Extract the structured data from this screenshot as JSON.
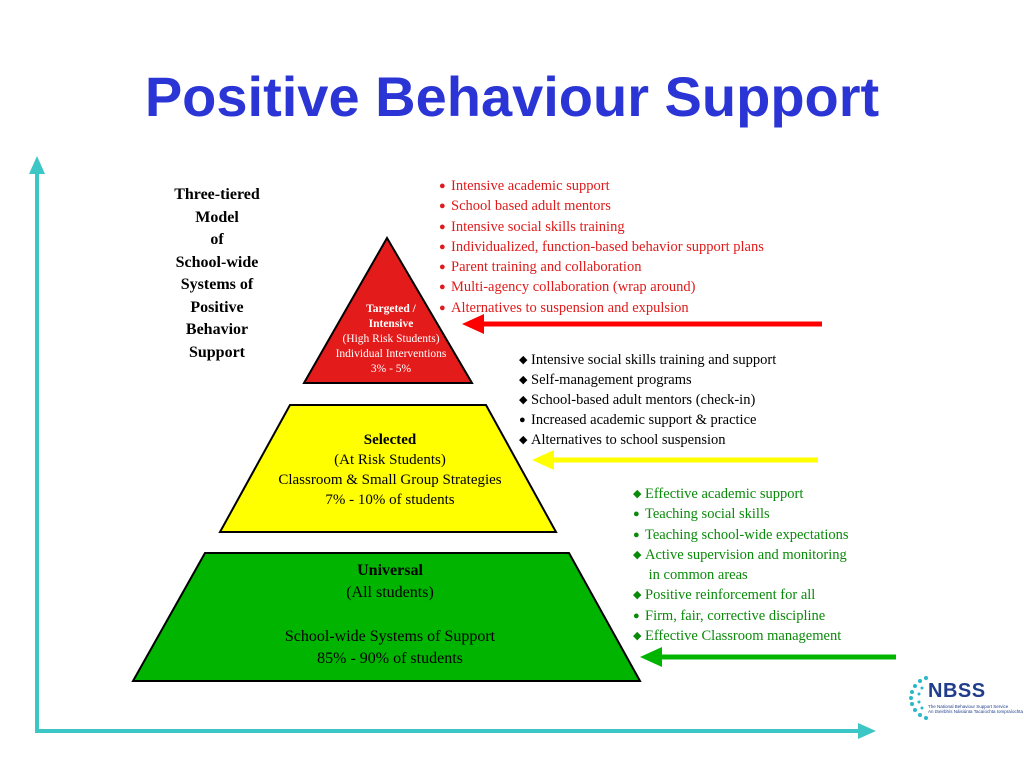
{
  "title": "Positive Behaviour Support",
  "model_label": [
    "Three-tiered",
    "Model",
    "of",
    "School-wide",
    "Systems of",
    "Positive",
    "Behavior",
    "Support"
  ],
  "tiers": {
    "targeted": {
      "lines": [
        "Targeted /",
        "Intensive",
        "(High Risk Students)",
        "Individual Interventions",
        "3% - 5%"
      ],
      "color": "#e41b1b"
    },
    "selected": {
      "lines": [
        "Selected",
        "(At Risk Students)",
        "Classroom & Small Group Strategies",
        "7% - 10% of students"
      ],
      "color": "#ffff00"
    },
    "universal": {
      "lines": [
        "Universal",
        "(All students)",
        "School-wide Systems of Support",
        "85% - 90% of students"
      ],
      "color": "#00b400"
    }
  },
  "lists": {
    "targeted": [
      "Intensive academic support",
      "School based adult mentors",
      "Intensive social skills training",
      "Individualized, function-based behavior support plans",
      "Parent training and collaboration",
      "Multi-agency collaboration (wrap around)",
      "Alternatives to suspension and expulsion"
    ],
    "selected": [
      "Intensive social skills training and support",
      "Self-management programs",
      "School-based adult mentors (check-in)",
      "Increased academic support & practice",
      "Alternatives to school suspension"
    ],
    "universal": [
      "Effective academic support",
      "Teaching social skills",
      "Teaching school-wide expectations",
      "Active supervision and monitoring",
      " in common areas",
      "Positive reinforcement for all",
      "Firm, fair, corrective discipline",
      "Effective Classroom management"
    ]
  },
  "colors": {
    "title": "#2b35d6",
    "axis": "#3cc6c6",
    "arrow_red": "#ff0000",
    "arrow_yellow": "#ffff00",
    "arrow_green": "#00b400",
    "list_red": "#e01b1b",
    "list_green": "#0a8a0a"
  },
  "logo": {
    "text": "NBSS",
    "subtitle": "The National Behaviour Support Service",
    "subtitle2": "An tSeirbhís Náisiúnta Tacaíochta Iompraíochta",
    "icon": "dotted-arc-icon"
  }
}
